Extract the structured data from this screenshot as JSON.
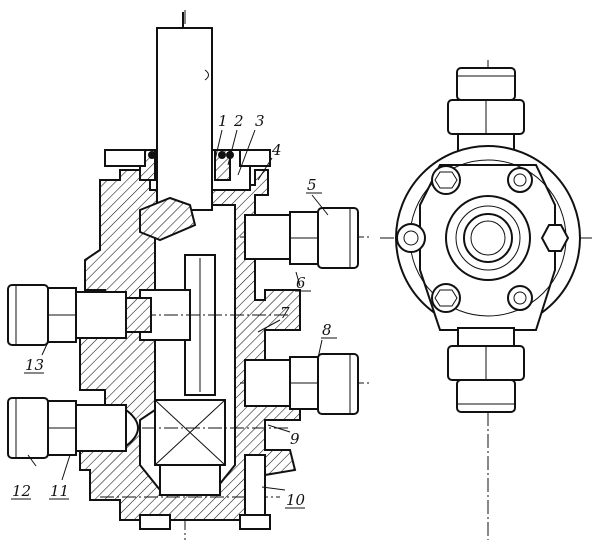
{
  "figure": {
    "part_labels": [
      "1",
      "2",
      "3",
      "4",
      "5",
      "6",
      "7",
      "8",
      "9",
      "10",
      "11",
      "12",
      "13"
    ]
  }
}
